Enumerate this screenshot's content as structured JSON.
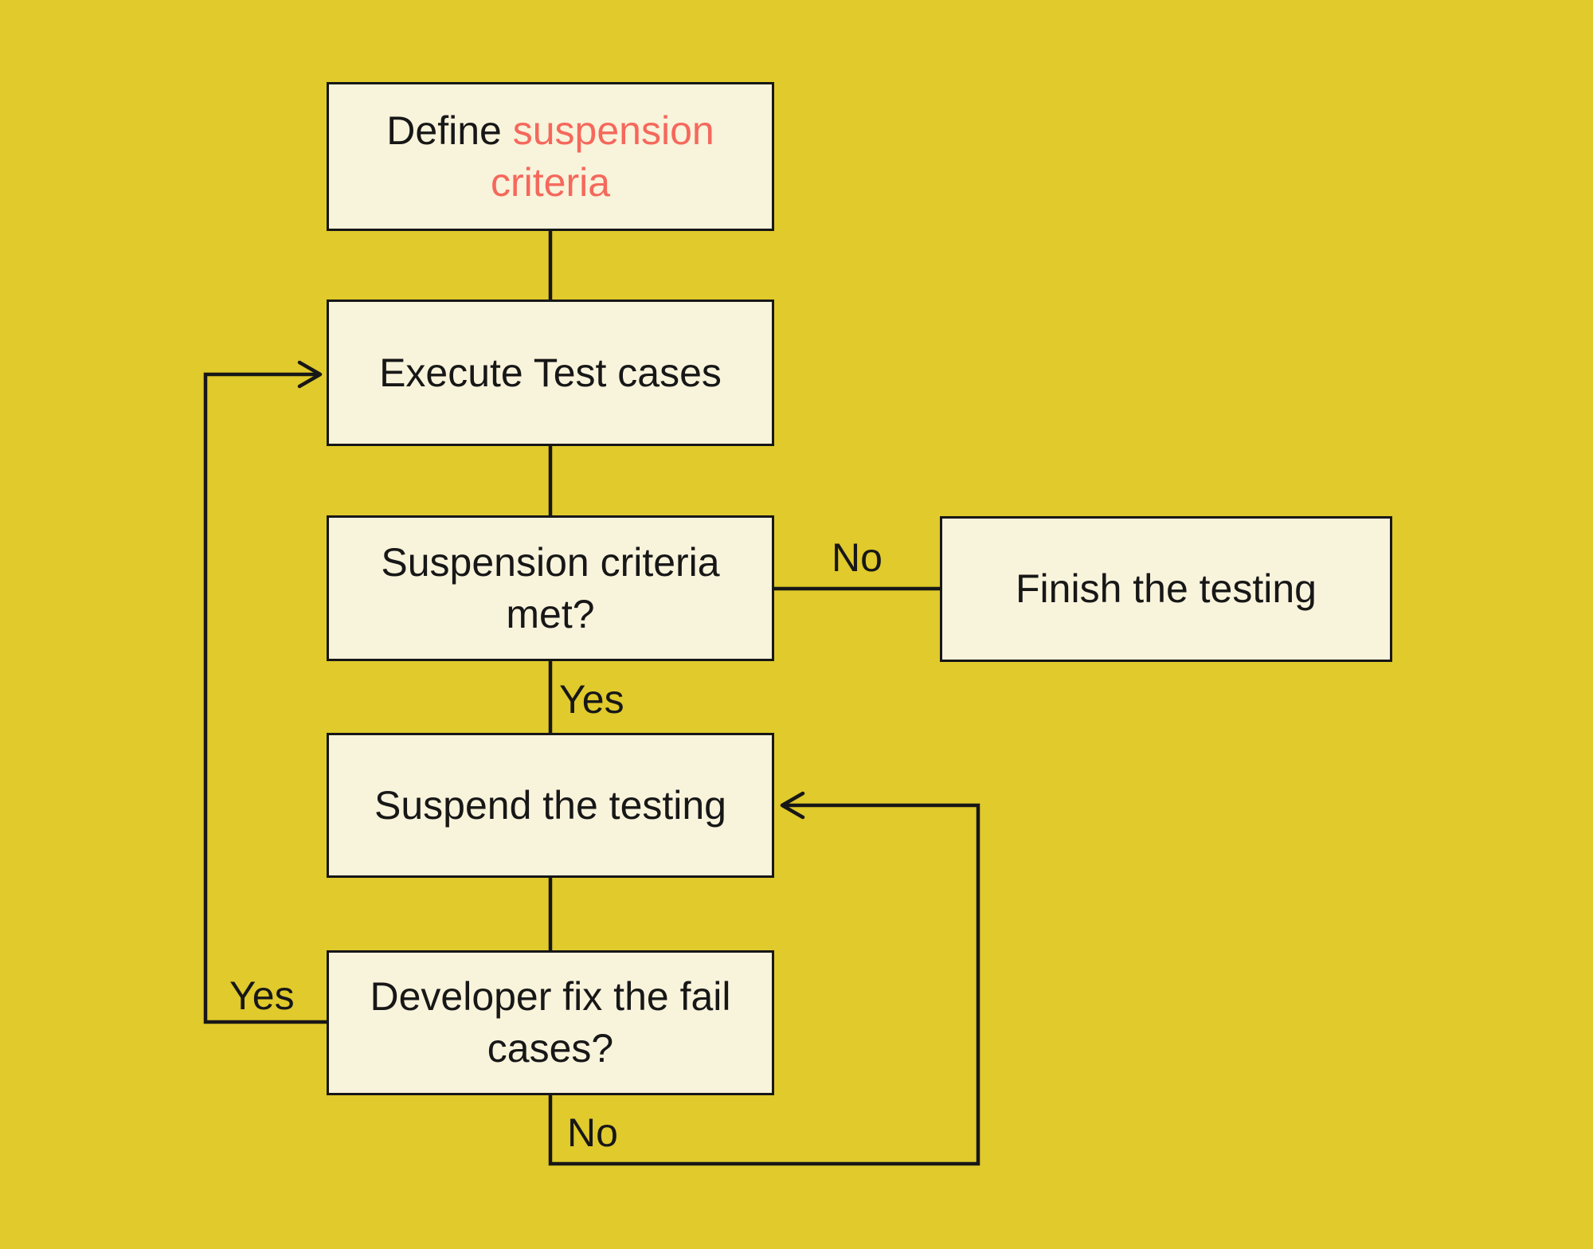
{
  "diagram": {
    "type": "flowchart",
    "colors": {
      "background": "#e0ca2c",
      "node_fill": "#f8f3db",
      "stroke": "#171717",
      "accent_text": "#f5685c"
    },
    "nodes": {
      "define": {
        "prefix": "Define ",
        "highlight": "suspension criteria"
      },
      "execute": {
        "label": "Execute Test cases"
      },
      "criteria": {
        "label": "Suspension criteria met?"
      },
      "finish": {
        "label": "Finish the testing"
      },
      "suspend": {
        "label": "Suspend the testing"
      },
      "developer": {
        "label": "Developer fix the fail cases?"
      }
    },
    "edges": {
      "criteria_to_finish": {
        "label": "No"
      },
      "criteria_to_suspend": {
        "label": "Yes"
      },
      "developer_to_execute": {
        "label": "Yes"
      },
      "developer_to_suspend": {
        "label": "No"
      }
    }
  }
}
